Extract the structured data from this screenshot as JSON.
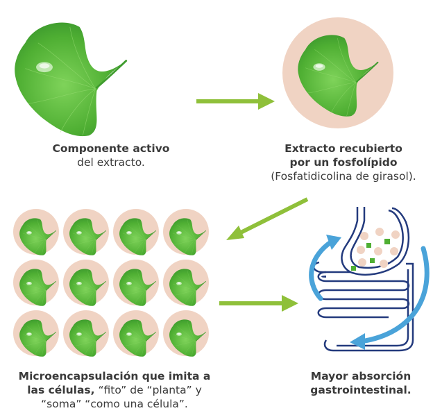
{
  "captions": {
    "step1": {
      "bold": "Componente activo",
      "normal": "del extracto."
    },
    "step2": {
      "bold_line1": "Extracto recubierto",
      "bold_line2": "por un fosfolípido",
      "normal": "(Fosfatidicolina de girasol)."
    },
    "step3": {
      "bold_line1": "Microencapsulación que imita a",
      "bold_line2": "las células,",
      "normal_line2": " “fito” de “planta” y",
      "normal_line3": "“soma” “como una célula”."
    },
    "step4": {
      "bold_line1": "Mayor absorción",
      "bold_line2": "gastrointestinal."
    }
  },
  "icons": {
    "leaf": "ginkgo-leaf-icon",
    "capsule": "phytosome-capsule-icon",
    "intestine": "digestive-tract-icon",
    "arrow": "flow-arrow-icon",
    "cycle": "absorption-cycle-arrow-icon"
  },
  "colors": {
    "leaf_dark": "#2f8a2a",
    "leaf_light": "#6cc24a",
    "capsule": "#f0d3c3",
    "arrow_green": "#8fc03a",
    "arrow_blue": "#4aa3d9",
    "intestine_outline": "#233a7d",
    "text": "#3a3a3a"
  },
  "grid": {
    "rows": 3,
    "cols": 4
  }
}
